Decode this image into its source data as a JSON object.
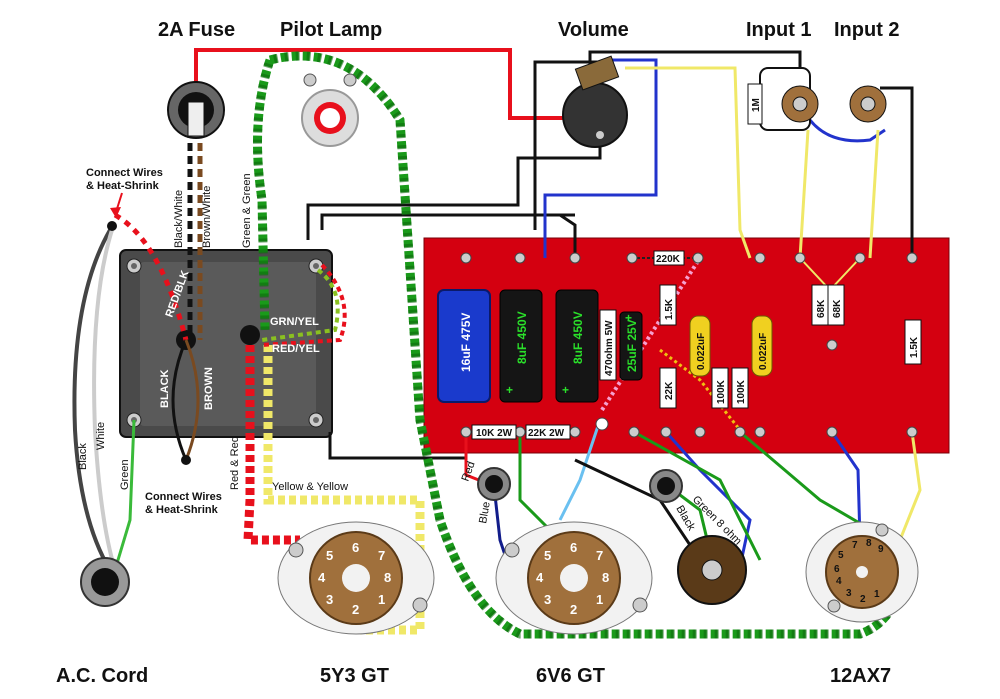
{
  "headers": {
    "fuse": "2A Fuse",
    "pilot": "Pilot Lamp",
    "volume": "Volume",
    "input1": "Input 1",
    "input2": "Input 2",
    "ac_cord": "A.C. Cord",
    "rect_tube": "5Y3 GT",
    "power_tube": "6V6 GT",
    "pre_tube": "12AX7"
  },
  "notes": {
    "connect_top_1": "Connect Wires",
    "connect_top_2": "& Heat-Shrink",
    "connect_bot_1": "Connect Wires",
    "connect_bot_2": "& Heat-Shrink"
  },
  "wires": {
    "black_white": "Black/White",
    "brown_white": "Brown/White",
    "green_green": "Green & Green",
    "red_blk": "RED/BLK",
    "black": "BLACK",
    "brown": "BROWN",
    "grn_yel": "GRN/YEL",
    "red_yel": "RED/YEL",
    "red_red": "Red & Red",
    "yellow_yellow": "Yellow & Yellow",
    "cord_black": "Black",
    "cord_white": "White",
    "cord_green": "Green",
    "red": "Red",
    "blue": "Blue",
    "spk_black": "Black",
    "spk_green": "Green 8 ohm"
  },
  "components": {
    "cap1": "16uF 475V",
    "cap2": "8uF 450V",
    "cap3": "8uF 450V",
    "cap4": "25uF 25V",
    "cap5": "0.022uF",
    "cap6": "0.022uF",
    "r_470": "470ohm 5W",
    "r_220k": "220K",
    "r_15k_a": "1.5K",
    "r_22k": "22K",
    "r_100k_a": "100K",
    "r_100k_b": "100K",
    "r_68k_a": "68K",
    "r_68k_b": "68K",
    "r_15k_b": "1.5K",
    "r_10k": "10K 2W",
    "r_22k2w": "22K 2W",
    "r_1m": "1M",
    "plus": "+"
  },
  "rect_pins": [
    "1",
    "2",
    "3",
    "4",
    "5",
    "6",
    "7",
    "8"
  ],
  "power_pins": [
    "1",
    "2",
    "3",
    "4",
    "5",
    "6",
    "7",
    "8"
  ],
  "pre_pins": [
    "1",
    "2",
    "3",
    "4",
    "5",
    "6",
    "7",
    "8",
    "9"
  ],
  "colors": {
    "board": "#d40010",
    "red_wire": "#e8101c",
    "green_wire": "#1a9a1a",
    "yellow_wire": "#f0e868",
    "blue_wire": "#2233cc",
    "black_wire": "#111111",
    "socket": "#a0703c"
  }
}
